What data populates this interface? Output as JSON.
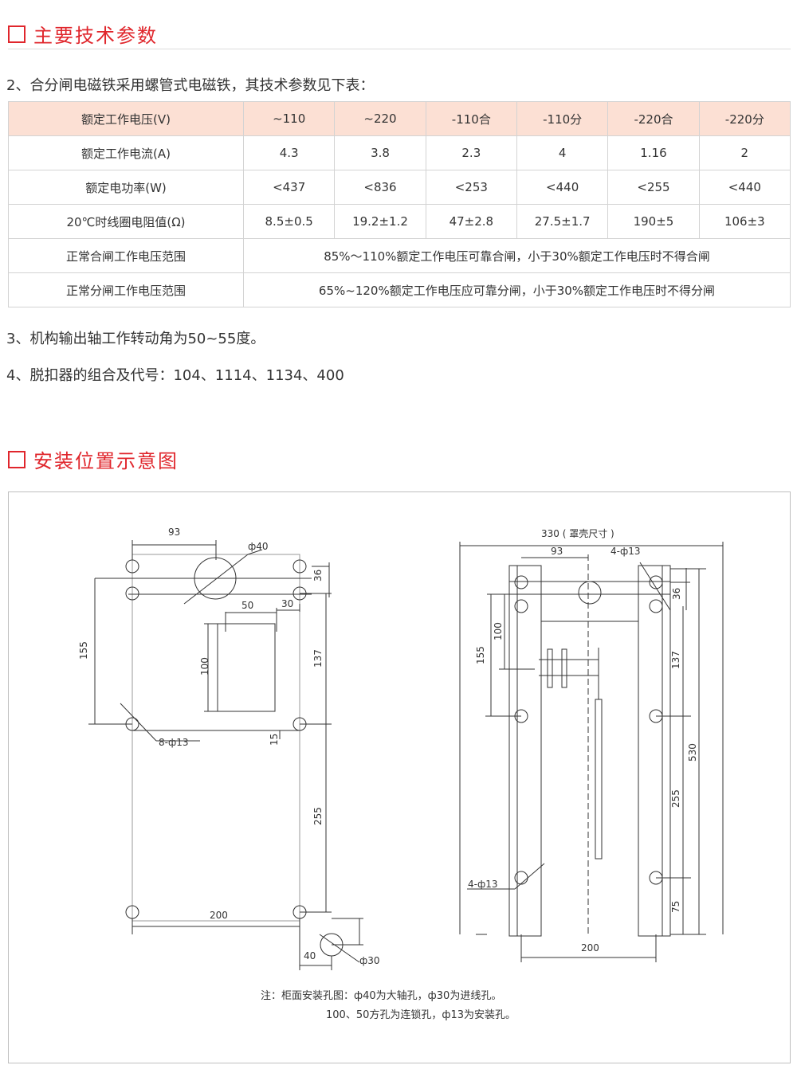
{
  "section1": {
    "title": "主要技术参数"
  },
  "para_magnet": "2、合分闸电磁铁采用螺管式电磁铁，其技术参数见下表：",
  "table": {
    "header": [
      "额定工作电压(V)",
      "~110",
      "~220",
      "-110合",
      "-110分",
      "-220合",
      "-220分"
    ],
    "rows": [
      [
        "额定工作电流(A)",
        "4.3",
        "3.8",
        "2.3",
        "4",
        "1.16",
        "2"
      ],
      [
        "额定电功率(W)",
        "<437",
        "<836",
        "<253",
        "<440",
        "<255",
        "<440"
      ],
      [
        "20℃时线圈电阻值(Ω)",
        "8.5±0.5",
        "19.2±1.2",
        "47±2.8",
        "27.5±1.7",
        "190±5",
        "106±3"
      ]
    ],
    "span_rows": [
      [
        "正常合闸工作电压范围",
        "85%～110%额定工作电压可靠合闸，小于30%额定工作电压时不得合闸"
      ],
      [
        "正常分闸工作电压范围",
        "65%~120%额定工作电压应可靠分闸，小于30%额定工作电压时不得分闸"
      ]
    ]
  },
  "para_angle": "3、机构输出轴工作转动角为50~55度。",
  "para_trip": "4、脱扣器的组合及代号：104、1114、1134、400",
  "section2": {
    "title": "安装位置示意图"
  },
  "diagram_left": {
    "d93": "93",
    "phi40": "ф40",
    "d36": "36",
    "d50": "50",
    "d30": "30",
    "d155": "155",
    "d100": "100",
    "d137": "137",
    "holes": "8-ф13",
    "d15": "15",
    "d255": "255",
    "d200": "200",
    "d40": "40",
    "phi30": "ф30"
  },
  "diagram_right": {
    "d330": "330 ( 罩壳尺寸 )",
    "d93": "93",
    "holes_top": "4-ф13",
    "d36": "36",
    "d100": "100",
    "d155": "155",
    "d137": "137",
    "d530": "530",
    "d255": "255",
    "holes_bottom": "4-ф13",
    "d75": "75",
    "d200": "200"
  },
  "note": {
    "line1": "注：柜面安装孔图：ф40为大轴孔，ф30为进线孔。",
    "line2": "100、50方孔为连锁孔，ф13为安装孔。"
  }
}
